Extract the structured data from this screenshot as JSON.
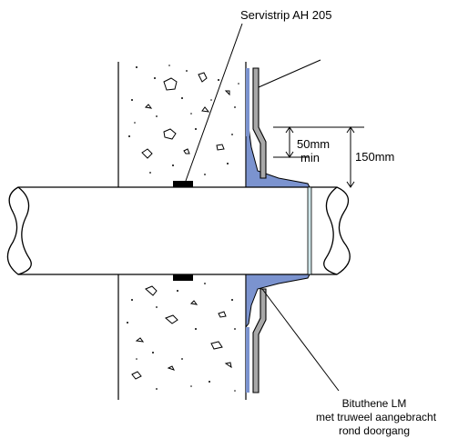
{
  "labels": {
    "strip": "Servistrip AH 205",
    "dim_inner_value": "50mm",
    "dim_inner_suffix": "min",
    "dim_outer": "150mm",
    "bottom_line1": "Bituthene  LM",
    "bottom_line2": "met truweel aangebracht",
    "bottom_line3": "rond doorgang"
  },
  "colors": {
    "sealant": "#7b93cf",
    "sheet": "#a8a8a8",
    "outline": "#000000",
    "pipe_end_seal": "#cfe6ea"
  }
}
